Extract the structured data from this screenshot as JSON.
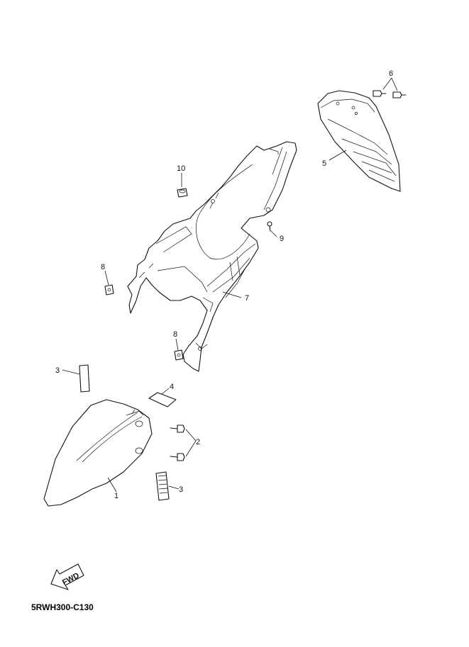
{
  "diagram": {
    "code": "5RWH300-C130",
    "fwd_label": "FWD",
    "callouts": [
      "1",
      "2",
      "3",
      "3",
      "4",
      "5",
      "6",
      "7",
      "8",
      "8",
      "9",
      "10"
    ]
  }
}
